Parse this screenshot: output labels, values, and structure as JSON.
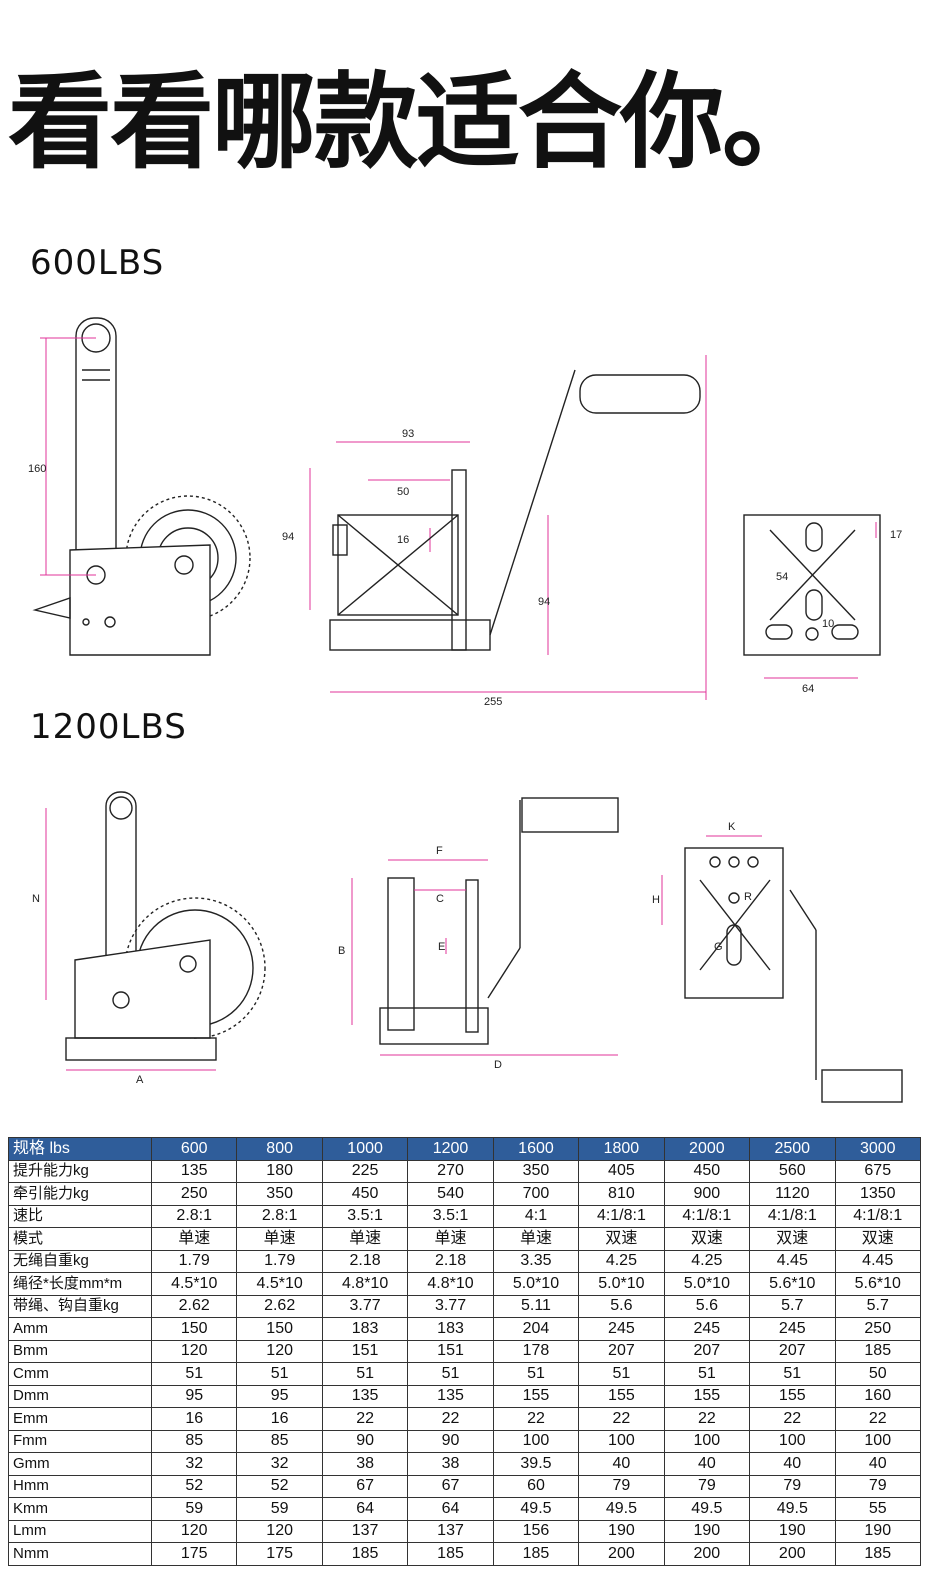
{
  "headline": "看看哪款适合你。",
  "models": {
    "first": "600LBS",
    "second": "1200LBS"
  },
  "dims_600": {
    "d160": "160",
    "d93": "93",
    "d50": "50",
    "d94a": "94",
    "d16": "16",
    "d94b": "94",
    "d255": "255",
    "d17": "17",
    "d54": "54",
    "d10": "10",
    "d64": "64"
  },
  "dims_1200": {
    "N": "N",
    "A": "A",
    "F": "F",
    "C": "C",
    "B": "B",
    "E": "E",
    "D": "D",
    "K": "K",
    "H": "H",
    "R": "R",
    "G": "G"
  },
  "colors": {
    "dimension_line": "#e0339a",
    "table_header": "#2f5d9a"
  },
  "table": {
    "header": [
      "规格 lbs",
      "600",
      "800",
      "1000",
      "1200",
      "1600",
      "1800",
      "2000",
      "2500",
      "3000"
    ],
    "rows": [
      [
        "提升能力kg",
        "135",
        "180",
        "225",
        "270",
        "350",
        "405",
        "450",
        "560",
        "675"
      ],
      [
        "牵引能力kg",
        "250",
        "350",
        "450",
        "540",
        "700",
        "810",
        "900",
        "1120",
        "1350"
      ],
      [
        "速比",
        "2.8:1",
        "2.8:1",
        "3.5:1",
        "3.5:1",
        "4:1",
        "4:1/8:1",
        "4:1/8:1",
        "4:1/8:1",
        "4:1/8:1"
      ],
      [
        "模式",
        "单速",
        "单速",
        "单速",
        "单速",
        "单速",
        "双速",
        "双速",
        "双速",
        "双速"
      ],
      [
        "无绳自重kg",
        "1.79",
        "1.79",
        "2.18",
        "2.18",
        "3.35",
        "4.25",
        "4.25",
        "4.45",
        "4.45"
      ],
      [
        "绳径*长度mm*m",
        "4.5*10",
        "4.5*10",
        "4.8*10",
        "4.8*10",
        "5.0*10",
        "5.0*10",
        "5.0*10",
        "5.6*10",
        "5.6*10"
      ],
      [
        "带绳、钩自重kg",
        "2.62",
        "2.62",
        "3.77",
        "3.77",
        "5.11",
        "5.6",
        "5.6",
        "5.7",
        "5.7"
      ],
      [
        "Amm",
        "150",
        "150",
        "183",
        "183",
        "204",
        "245",
        "245",
        "245",
        "250"
      ],
      [
        "Bmm",
        "120",
        "120",
        "151",
        "151",
        "178",
        "207",
        "207",
        "207",
        "185"
      ],
      [
        "Cmm",
        "51",
        "51",
        "51",
        "51",
        "51",
        "51",
        "51",
        "51",
        "50"
      ],
      [
        "Dmm",
        "95",
        "95",
        "135",
        "135",
        "155",
        "155",
        "155",
        "155",
        "160"
      ],
      [
        "Emm",
        "16",
        "16",
        "22",
        "22",
        "22",
        "22",
        "22",
        "22",
        "22"
      ],
      [
        "Fmm",
        "85",
        "85",
        "90",
        "90",
        "100",
        "100",
        "100",
        "100",
        "100"
      ],
      [
        "Gmm",
        "32",
        "32",
        "38",
        "38",
        "39.5",
        "40",
        "40",
        "40",
        "40"
      ],
      [
        "Hmm",
        "52",
        "52",
        "67",
        "67",
        "60",
        "79",
        "79",
        "79",
        "79"
      ],
      [
        "Kmm",
        "59",
        "59",
        "64",
        "64",
        "49.5",
        "49.5",
        "49.5",
        "49.5",
        "55"
      ],
      [
        "Lmm",
        "120",
        "120",
        "137",
        "137",
        "156",
        "190",
        "190",
        "190",
        "190"
      ],
      [
        "Nmm",
        "175",
        "175",
        "185",
        "185",
        "185",
        "200",
        "200",
        "200",
        "185"
      ]
    ]
  }
}
